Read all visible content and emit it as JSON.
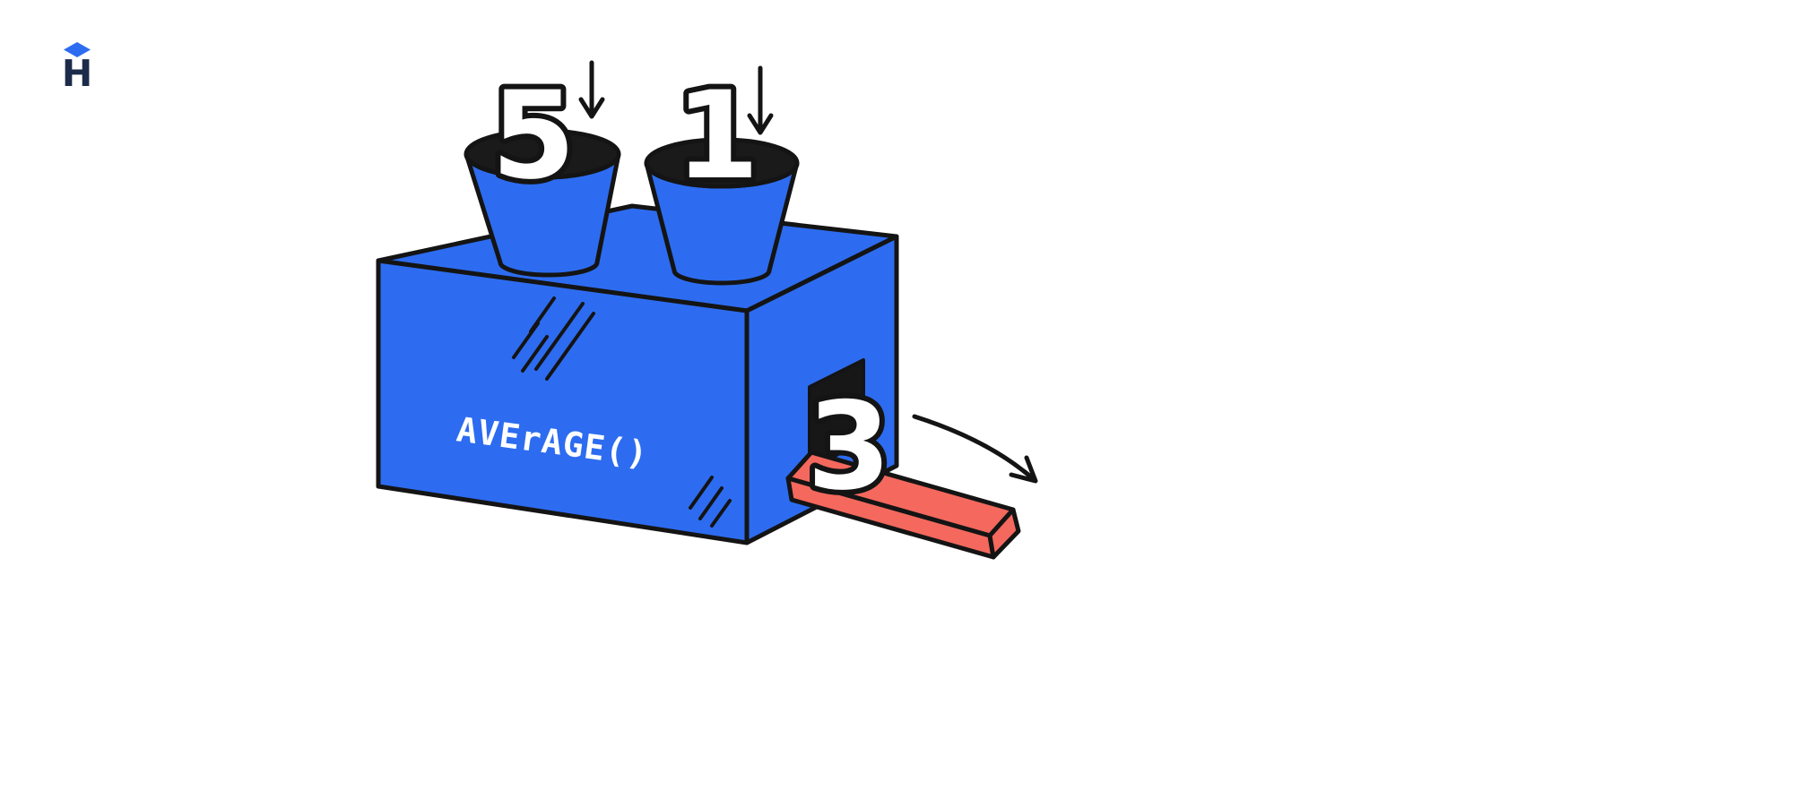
{
  "page": {
    "background_color": "#ffffff"
  },
  "brand": {
    "letter": "H",
    "diamond_color": "#2d6cf0",
    "letter_color": "#1c2b4a"
  },
  "illustration": {
    "function_label": "AVErAGE()",
    "inputs": [
      {
        "value": "5"
      },
      {
        "value": "1"
      }
    ],
    "output": {
      "value": "3"
    },
    "icons": {
      "input_arrow_left": "arrow-down",
      "input_arrow_right": "arrow-down",
      "output_arrow": "arrow-right"
    },
    "colors": {
      "machine_blue": "#2d6cf0",
      "outline_black": "#141414",
      "opening_black": "#1a1a1a",
      "tray_red": "#f4685d",
      "number_white": "#ffffff"
    }
  }
}
